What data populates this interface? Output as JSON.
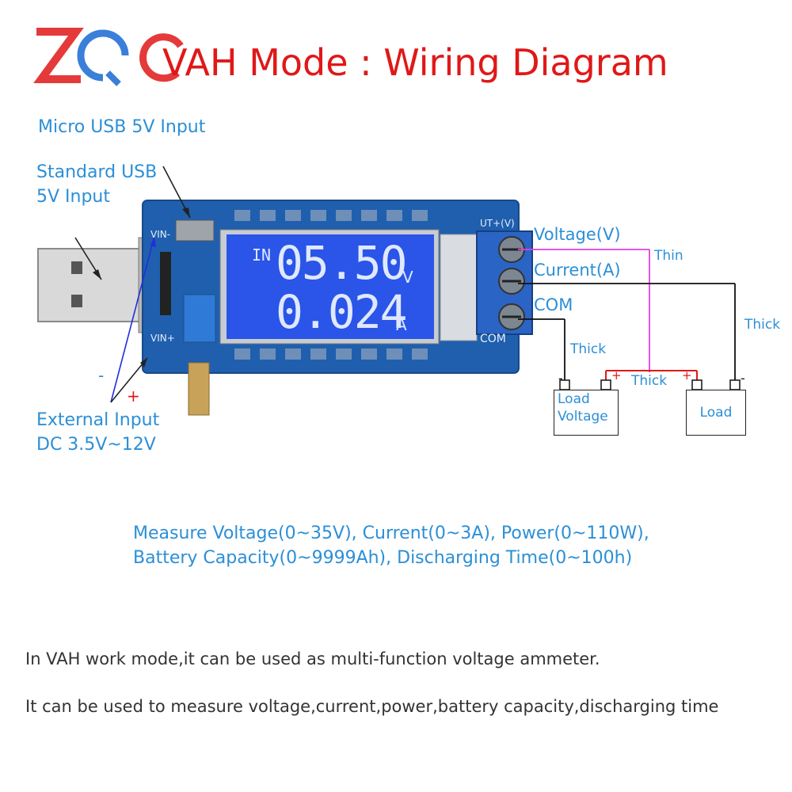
{
  "title": "VAH Mode : Wiring Diagram",
  "labels": {
    "micro_usb": "Micro USB 5V Input",
    "standard_usb_line1": "Standard USB",
    "standard_usb_line2": "5V Input",
    "external_input_line1": "External Input",
    "external_input_line2": "DC 3.5V~12V",
    "minus": "-",
    "plus": "+"
  },
  "board": {
    "pin_vin_minus": "VIN-",
    "pin_vin_plus": "VIN+",
    "pin_out": "UT+(V)",
    "pin_com": "COM",
    "lcd_in": "IN",
    "lcd_line1": "05.50",
    "lcd_unit1": "V",
    "lcd_line2": "0.024",
    "lcd_unit2": "A"
  },
  "terminals": {
    "voltage": "Voltage(V)",
    "current": "Current(A)",
    "com": "COM"
  },
  "wires": {
    "thin": "Thin",
    "thick_right": "Thick",
    "thick_com": "Thick",
    "thick_mid": "Thick"
  },
  "loads": {
    "left_line1": "Load",
    "left_line2": "Voltage",
    "right": "Load",
    "minus": "-",
    "plus": "+"
  },
  "measure_line1": "Measure Voltage(0~35V), Current(0~3A), Power(0~110W),",
  "measure_line2": "Battery Capacity(0~9999Ah), Discharging Time(0~100h)",
  "note1": "In VAH work mode,it can be used as multi-function voltage ammeter.",
  "note2": "It can be used to measure voltage,current,power,battery capacity,discharging time",
  "colors": {
    "title": "#e01818",
    "label": "#2c8fd6",
    "pcb": "#1f5fae",
    "lcd": "#2a55e8",
    "thin_wire": "#e040e0",
    "thick_wire": "#e01818"
  }
}
